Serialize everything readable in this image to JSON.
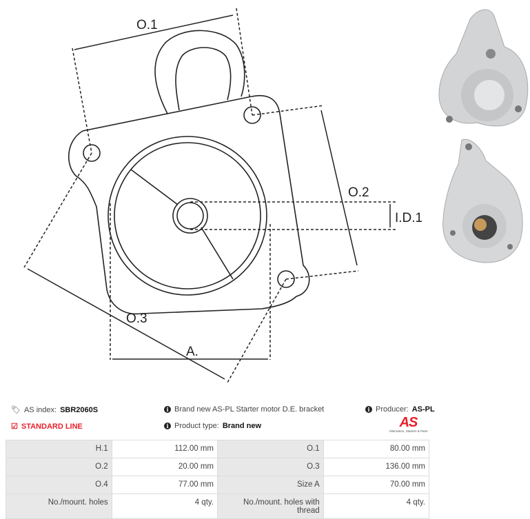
{
  "drawing": {
    "labels": {
      "o1": "O.1",
      "o2": "O.2",
      "o3": "O.3",
      "id1": "I.D.1",
      "a": "A."
    }
  },
  "photos": [
    {
      "name": "bracket-photo-front"
    },
    {
      "name": "bracket-photo-rear"
    }
  ],
  "info": {
    "as_index_label": "AS index:",
    "as_index_value": "SBR2060S",
    "description": "Brand new AS-PL Starter motor D.E. bracket",
    "producer_label": "Producer:",
    "producer_value": "AS-PL",
    "line": "STANDARD LINE",
    "product_type_label": "Product type:",
    "product_type_value": "Brand new",
    "logo_text": "AS",
    "logo_tagline": "Alternators, Starters & Parts"
  },
  "specs": [
    [
      {
        "k": "H.1",
        "v": "112.00 mm"
      },
      {
        "k": "O.1",
        "v": "80.00 mm"
      }
    ],
    [
      {
        "k": "O.2",
        "v": "20.00 mm"
      },
      {
        "k": "O.3",
        "v": "136.00 mm"
      }
    ],
    [
      {
        "k": "O.4",
        "v": "77.00 mm"
      },
      {
        "k": "Size A",
        "v": "70.00 mm"
      }
    ],
    [
      {
        "k": "No./mount. holes",
        "v": "4 qty."
      },
      {
        "k": "No./mount. holes with thread",
        "v": "4 qty."
      }
    ]
  ],
  "colors": {
    "accent": "#e8202a",
    "key_cell": "#e8e8e8"
  }
}
